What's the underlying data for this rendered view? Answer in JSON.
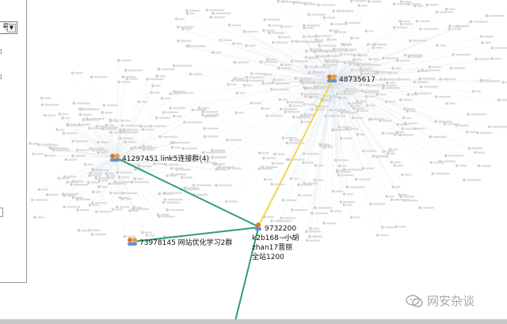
{
  "panel": {
    "select_value": "号"
  },
  "graph": {
    "nodes": [
      {
        "id": "n1",
        "label": "48735617",
        "icon": "group-icon"
      },
      {
        "id": "n2",
        "label": "41297451 link5连接群(4)",
        "icon": "group-icon"
      },
      {
        "id": "n3",
        "label": "73978145 网站优化学习2群",
        "icon": "group-icon"
      },
      {
        "id": "n4",
        "label": "9732200",
        "icon": "user-icon",
        "sub_labels": [
          "k2b168~小胡",
          "zhan17晋丽",
          "全站1200"
        ]
      }
    ],
    "colors": {
      "green_edge": "#2ea06a",
      "yellow_edge": "#f0d84a",
      "faint_edge": "#cfd8e3",
      "node_icon": "#d9772f"
    }
  },
  "watermark": {
    "text": "网安杂谈"
  }
}
